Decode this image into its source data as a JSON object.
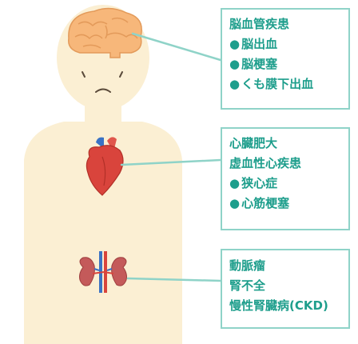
{
  "colors": {
    "body": "#fbefd3",
    "brain": "#f7b77a",
    "heart": "#d9443c",
    "kidney": "#c45a5a",
    "accent": "#1e9e8c",
    "connector": "#8fd3c8"
  },
  "icons": [
    "brain-icon",
    "heart-icon",
    "kidney-icon",
    "sad-face-icon",
    "bullet-dot-icon"
  ],
  "boxes": {
    "brain": {
      "title": "脳血管疾患",
      "items": [
        "脳出血",
        "脳梗塞",
        "くも膜下出血"
      ]
    },
    "heart": {
      "title_1": "心臓肥大",
      "title_2": "虚血性心疾患",
      "items": [
        "狭心症",
        "心筋梗塞"
      ]
    },
    "kidney": {
      "lines": [
        "動脈瘤",
        "腎不全",
        "慢性腎臓病(CKD)"
      ]
    }
  },
  "bullet": "●"
}
